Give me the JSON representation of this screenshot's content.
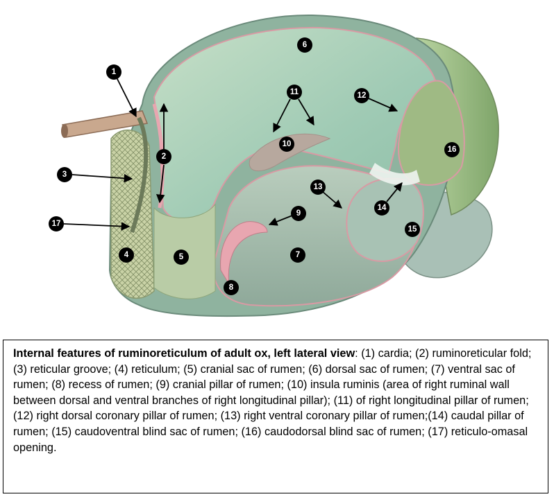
{
  "figure": {
    "markers": [
      "1",
      "2",
      "3",
      "4",
      "5",
      "6",
      "7",
      "8",
      "9",
      "10",
      "11",
      "12",
      "13",
      "14",
      "15",
      "16",
      "17"
    ]
  },
  "caption": {
    "title": "Internal features of ruminoreticulum of adult ox, left lateral view",
    "text": ": (1) cardia; (2) ruminoreticular fold; (3) reticular groove; (4) reticulum; (5) cranial sac of rumen; (6) dorsal sac of rumen; (7) ventral sac of rumen; (8) recess of rumen; (9) cranial pillar of rumen; (10) insula ruminis (area of right ruminal wall between dorsal and ventral branches of right longitudinal pillar); (11) of right longitudinal pillar of rumen; (12) right dorsal coronary pillar of rumen; (13) right ventral coronary pillar of rumen;(14) caudal pillar of rumen; (15) caudoventral blind sac of rumen; (16) caudodorsal blind sac of rumen; (17) reticulo-omasal opening."
  },
  "colors": {
    "dorsal_sac": "#a9cdb4",
    "ventral_sac": "#a7bfb0",
    "reticulum": "#c4cfa4",
    "pillar_pink": "#e8a6b0",
    "blind_sac": "#b8c88c",
    "marker": "#000000"
  }
}
